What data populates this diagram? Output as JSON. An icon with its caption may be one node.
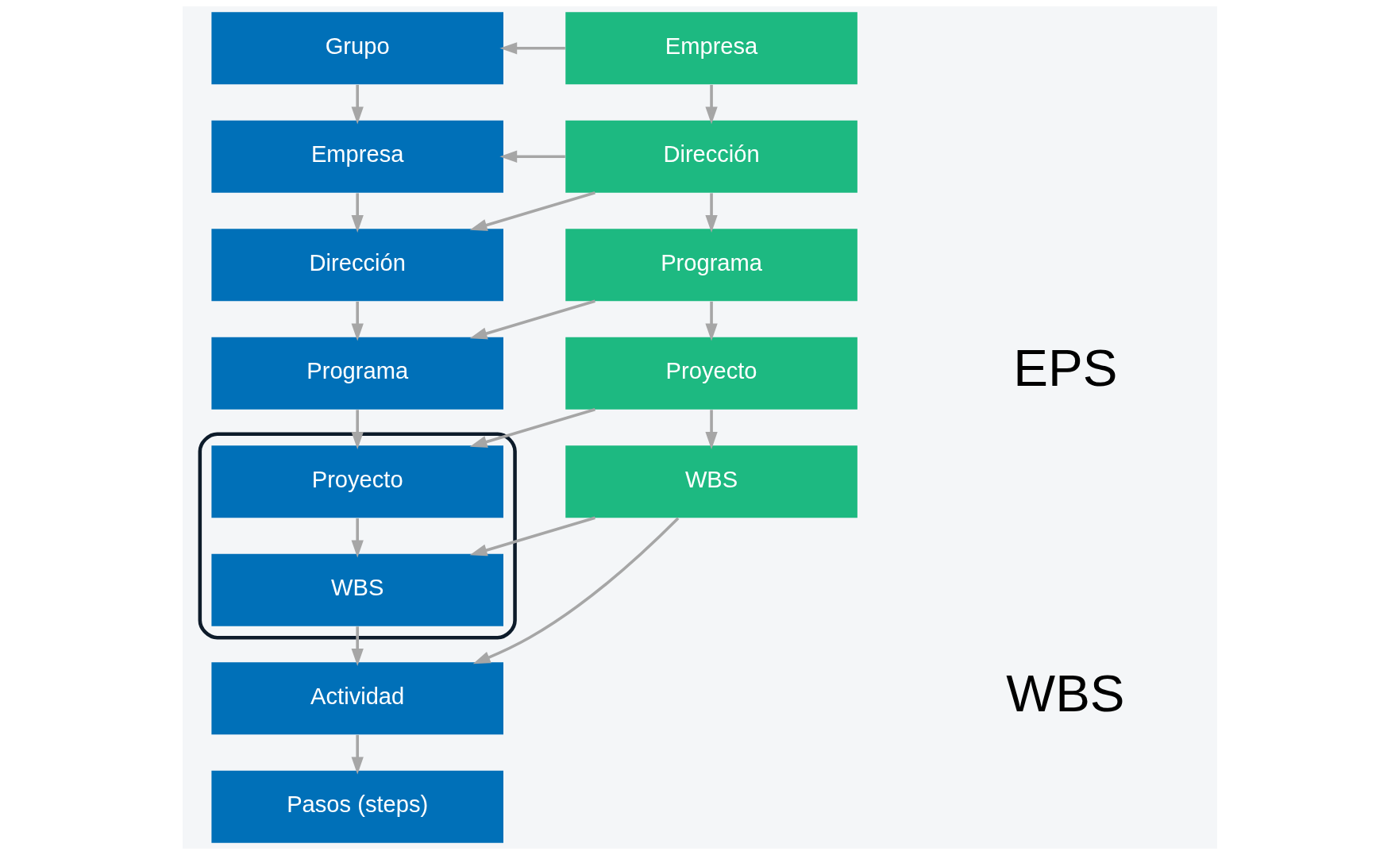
{
  "diagram": {
    "nodes": [
      {
        "text": [
          "Grupo"
        ]
      },
      {
        "text": [
          "Empresa"
        ]
      },
      {
        "text": [
          "Dirección"
        ]
      },
      {
        "text": [
          "Programa"
        ]
      },
      {
        "text": [],
        "shape": "ellipse"
      },
      {
        "text": [
          "Proyecto"
        ],
        "in": 4
      },
      {
        "text": [
          "WBS"
        ],
        "in": 4
      },
      {
        "text": [
          "Actividad"
        ]
      },
      {
        "text": [
          "Pasos (steps)"
        ]
      },
      {
        "text": [
          "Empresa"
        ]
      },
      {
        "text": [
          "Dirección"
        ]
      },
      {
        "text": [
          "Programa"
        ]
      },
      {
        "text": [
          "Proyecto"
        ]
      },
      {
        "text": [
          "WBS"
        ]
      }
    ],
    "edges": [
      {
        "from": 0,
        "to": 1,
        "arrow": "to"
      },
      {
        "from": 1,
        "to": 2,
        "arrow": "to"
      },
      {
        "from": 2,
        "to": 3,
        "arrow": "to"
      },
      {
        "from": 3,
        "to": 5,
        "arrow": "to"
      },
      {
        "from": 5,
        "to": 6,
        "arrow": "to"
      },
      {
        "from": 6,
        "to": 7,
        "arrow": "to"
      },
      {
        "from": 7,
        "to": 8,
        "arrow": "to"
      },
      {
        "from": 9,
        "to": 10,
        "arrow": "to"
      },
      {
        "from": 10,
        "to": 11,
        "arrow": "to"
      },
      {
        "from": 11,
        "to": 12,
        "arrow": "to"
      },
      {
        "from": 12,
        "to": 13,
        "arrow": "to"
      },
      {
        "from": 9,
        "to": 0,
        "arrow": "to"
      },
      {
        "from": 10,
        "to": 1,
        "arrow": "to"
      },
      {
        "from": 10,
        "to": 2,
        "arrow": "to"
      },
      {
        "from": 11,
        "to": 3,
        "arrow": "to"
      },
      {
        "from": 12,
        "to": 5,
        "arrow": "to"
      },
      {
        "from": 13,
        "to": 6,
        "arrow": "to"
      },
      {
        "from": 13,
        "to": 7,
        "arrow": "to"
      }
    ],
    "labels": [
      "EPS",
      "WBS"
    ]
  }
}
